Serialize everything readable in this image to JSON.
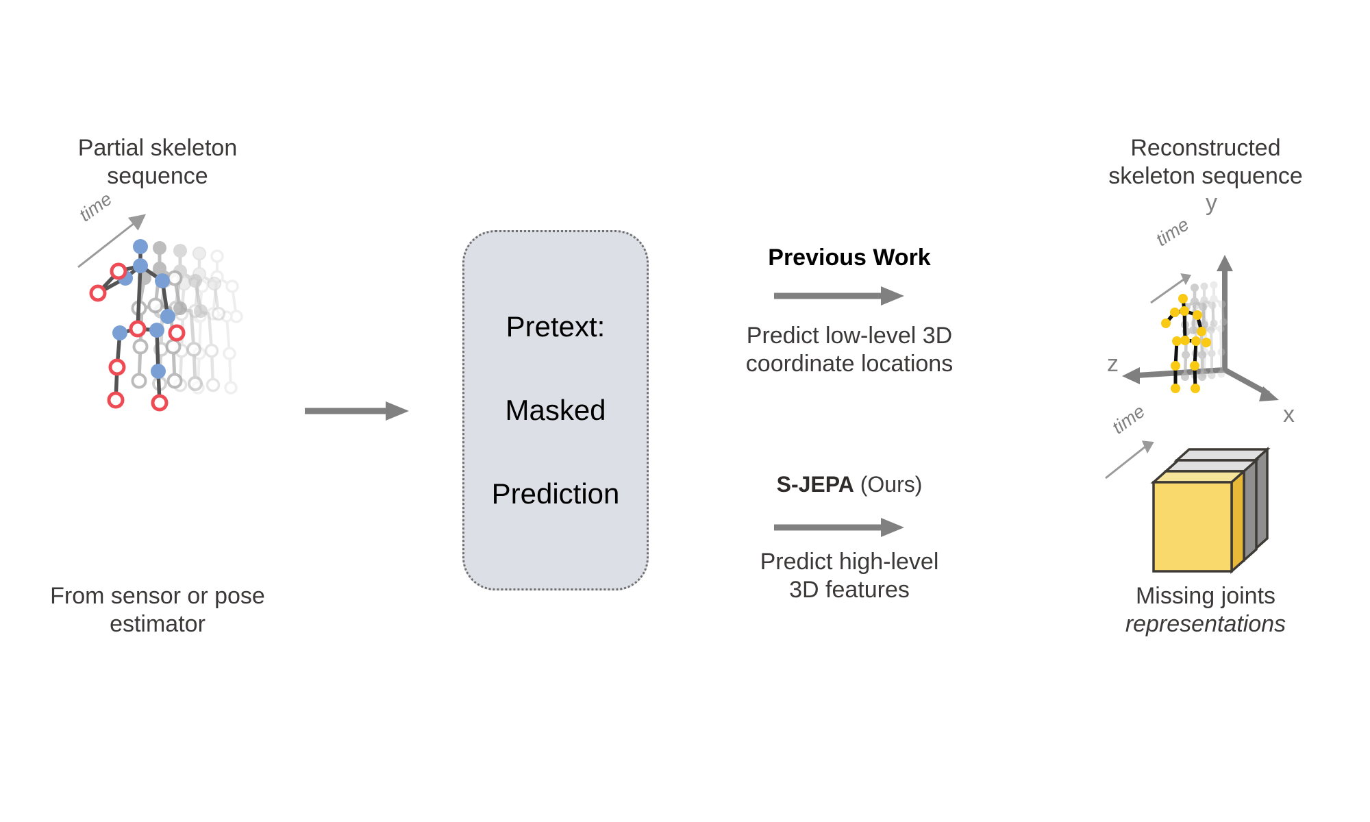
{
  "figure": {
    "title": "S-JEPA masked skeleton prediction pipeline",
    "background": "#ffffff"
  },
  "colors": {
    "accent_red": "#f4686d",
    "masked_joint_ring": "#ee4b55",
    "visible_joint_blue": "#7a9fd4",
    "ghost_gray": "#b5b5b5",
    "bone_dark": "#4a4a4a",
    "reconstructed_yellow": "#f9c913",
    "card_yellow": "#f9d96b",
    "card_gray": "#b9b9b9",
    "box_fill": "#dce0e6",
    "box_border": "#6e6e6e",
    "arrow_gray": "#808080",
    "text_dark": "#3b3838",
    "axis_gray": "#7f7f7f"
  },
  "left": {
    "caption_line1_accent": "Partial",
    "caption_line1_rest": " skeleton",
    "caption_line2": "sequence",
    "time_label": "time",
    "footer_line1": "From sensor or pose",
    "footer_line2": "estimator"
  },
  "center": {
    "box_line1": "Pretext:",
    "box_line2": "Masked",
    "box_line3": "Prediction"
  },
  "branches": [
    {
      "id": "previous-work",
      "heading": "Previous Work",
      "heading_bold": true,
      "desc_line1": "Predict low-level 3D",
      "desc_line2": "coordinate locations"
    },
    {
      "id": "s-jepa",
      "heading_bold_part": "S-JEPA",
      "heading_rest": " (Ours)",
      "desc_line1": "Predict high-level",
      "desc_line2": "3D features"
    }
  ],
  "right": {
    "top_caption_line1": "Reconstructed",
    "top_caption_line2": "skeleton sequence",
    "axes": {
      "y_label": "y",
      "x_label": "x",
      "z_label": "z"
    },
    "time_label_top": "time",
    "time_label_bottom": "time",
    "bottom_caption_line1": "Missing joints",
    "bottom_caption_line2": "representations",
    "bottom_caption_line2_italic": true,
    "card_count": 3
  },
  "icons": {
    "arrow_main": "right-arrow-icon",
    "arrow_previous": "right-arrow-icon",
    "arrow_sjepa": "right-arrow-icon",
    "time_arrow": "diagonal-arrow-icon"
  }
}
